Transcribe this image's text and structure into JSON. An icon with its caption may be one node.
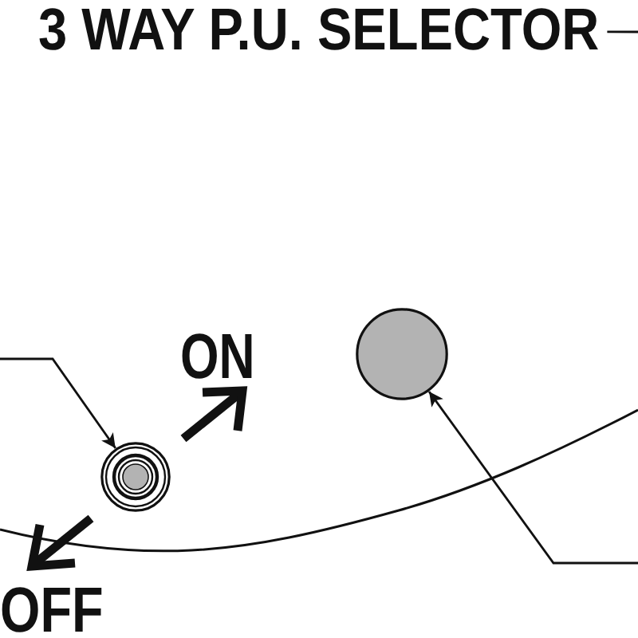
{
  "diagram": {
    "nodes": [
      {
        "text": [
          "3 WAY P.U. SELECTOR"
        ]
      },
      {
        "text": [],
        "shape": "circle"
      },
      {
        "text": [],
        "shape": "circle"
      }
    ],
    "edges": [
      {
        "from": 0,
        "to": null,
        "arrow": "none"
      },
      {
        "from": null,
        "to": 1,
        "arrow": "to"
      },
      {
        "from": null,
        "to": 2,
        "arrow": "to"
      }
    ],
    "labels": [
      "ON",
      "OFF"
    ]
  }
}
